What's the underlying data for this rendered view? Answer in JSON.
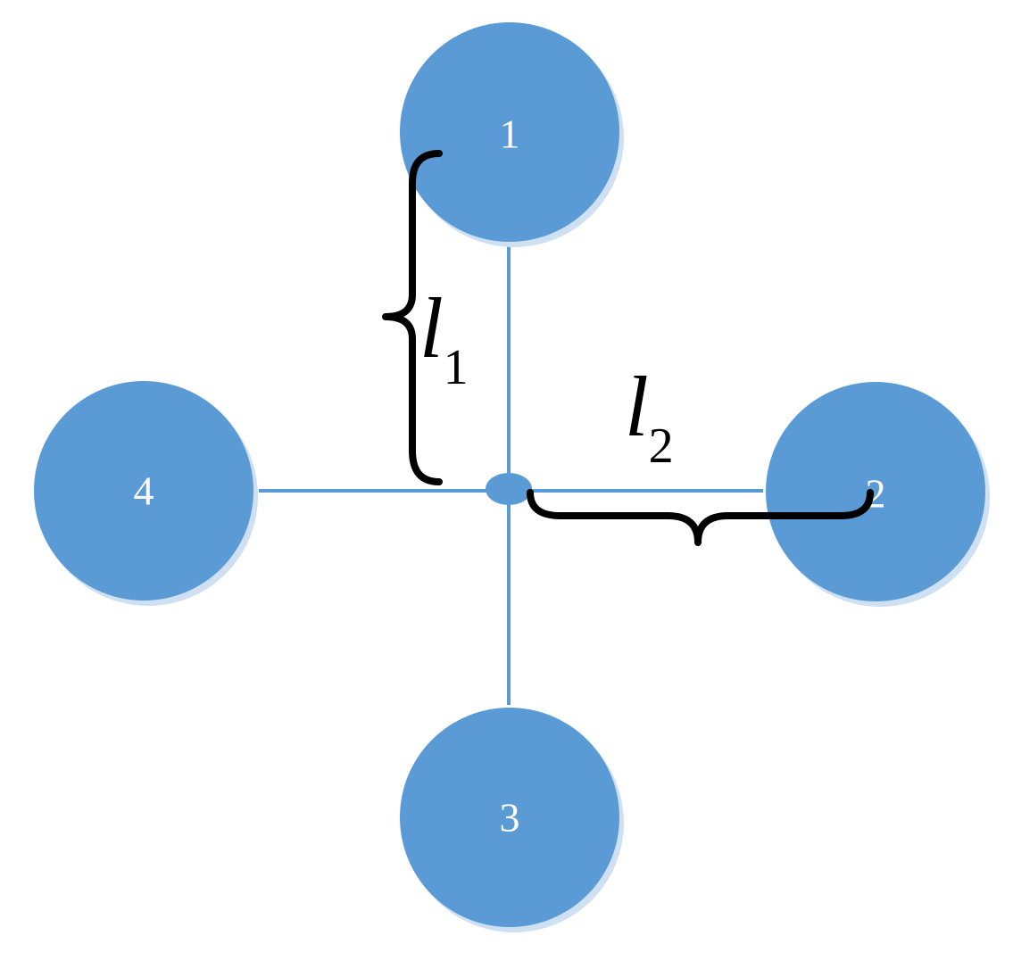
{
  "colors": {
    "node_fill": "#5b9bd5",
    "node_shadow": "#cfe0f3",
    "arm_stroke": "#5b9bd5",
    "label_text": "#ffffff",
    "dimension_text": "#000000"
  },
  "nodes": [
    {
      "id": "1",
      "label": "1"
    },
    {
      "id": "2",
      "label": "2"
    },
    {
      "id": "3",
      "label": "3"
    },
    {
      "id": "4",
      "label": "4"
    }
  ],
  "dimensions": {
    "l1": {
      "symbol": "l",
      "subscript": "1"
    },
    "l2": {
      "symbol": "l",
      "subscript": "2"
    }
  }
}
